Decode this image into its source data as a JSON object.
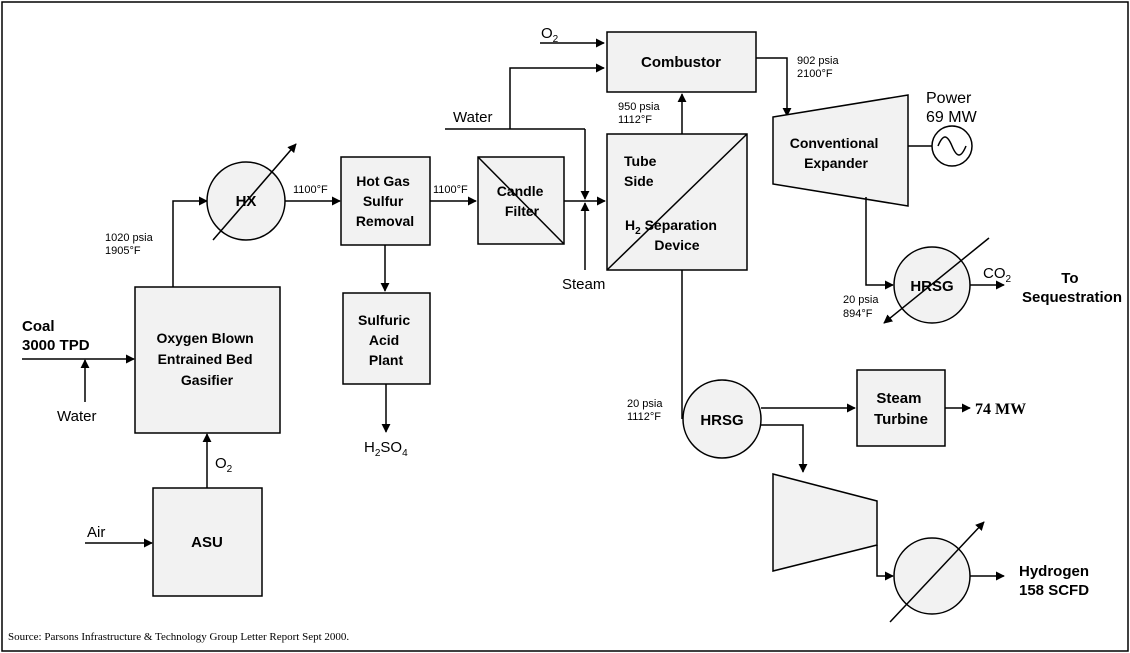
{
  "source_note": "Source:  Parsons Infrastructure & Technology Group Letter Report Sept 2000.",
  "gasifier": {
    "lines": [
      "Oxygen Blown",
      "Entrained Bed",
      "Gasifier"
    ]
  },
  "asu": {
    "label": "ASU"
  },
  "coal_input": {
    "lines": [
      "Coal",
      "3000 TPD"
    ]
  },
  "water_input": "Water",
  "air_input": "Air",
  "o2_asu": {
    "base": "O",
    "sub": "2"
  },
  "gasifier_out": {
    "lines": [
      "1020 psia",
      "1905°F"
    ]
  },
  "hx": {
    "label": "HX",
    "out_temp": "1100°F"
  },
  "hot_gas": {
    "lines": [
      "Hot Gas",
      "Sulfur",
      "Removal"
    ],
    "out_temp": "1100°F"
  },
  "sulfuric": {
    "lines": [
      "Sulfuric",
      "Acid",
      "Plant"
    ]
  },
  "h2so4": {
    "p1": "H",
    "s1": "2",
    "p2": "SO",
    "s2": "4"
  },
  "candle": {
    "lines": [
      "Candle",
      "Filter"
    ]
  },
  "water_top": "Water",
  "steam_in": "Steam",
  "separator": {
    "line1": "Tube",
    "line2": "Side",
    "h": "H",
    "hsub": "2",
    "line3": " Separation",
    "line4": "Device"
  },
  "comb_in": {
    "lines": [
      "950 psia",
      "1112°F"
    ]
  },
  "o2_comb": {
    "base": "O",
    "sub": "2"
  },
  "combustor": {
    "label": "Combustor",
    "out": [
      "902 psia",
      "2100°F"
    ]
  },
  "expander": {
    "lines": [
      "Conventional",
      "Expander"
    ]
  },
  "power": {
    "lines": [
      "Power",
      "69 MW"
    ]
  },
  "hrsg1": {
    "label": "HRSG",
    "in": [
      "20 psia",
      "894°F"
    ],
    "co2_base": "CO",
    "co2_sub": "2",
    "dest": [
      "To",
      "Sequestration"
    ]
  },
  "hrsg2": {
    "label": "HRSG",
    "in": [
      "20 psia",
      "1112°F"
    ]
  },
  "steam_turbine": {
    "lines": [
      "Steam",
      "Turbine"
    ],
    "output": "74 MW"
  },
  "hydrogen": {
    "lines": [
      "Hydrogen",
      "158 SCFD"
    ]
  }
}
